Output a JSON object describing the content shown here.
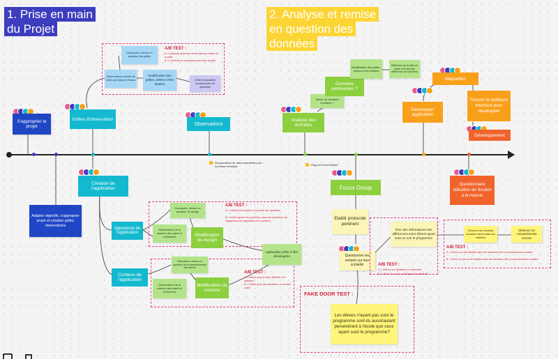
{
  "section1": {
    "title": "1. Prise en main du Projet",
    "lines": [
      "1. Prise en main",
      "du Projet"
    ]
  },
  "section2": {
    "title": "2. Analyse et remise en question des données",
    "lines": [
      "2. Analyse et remise",
      "en question des",
      "données"
    ]
  },
  "nodes": {
    "sapproprier": "S'approprier le projet",
    "grilles": "Grilles d'observation",
    "observations": "Observations",
    "creation": "Création de l'application",
    "apparence": "Apparence de l'application",
    "contenu": "Contenu de l'application",
    "analyse": "Analyse des données",
    "donnees_pertinentes": "Données pertinentes ?",
    "developper": "Développer application",
    "maquettes": "Maquettes",
    "trouver": "Trouver la meilleure interface pour développer",
    "developpement": "Développement",
    "focus": "Focus Group",
    "questionnaire": "Questionnaire utilisation de Scratch à la maison",
    "etablir": "Etablir protocole pertinent",
    "questionner": "Questionner les enfants sur leur scolarité",
    "modif_design": "Modification du design",
    "modif_contenu": "Modification du contenu"
  },
  "stickies": {
    "adapter": "Adapter objectifs, s'approprier projet et création grilles observations",
    "discussion1": "Discussion, remise en question des grilles",
    "obs_prise": "Observations et prise de notes par dans le réseau",
    "modif_grilles": "Modification des grilles, prêtes à être testées",
    "grille_eval": "Grille d'évaluation fonctionnelle est optimisée",
    "assez": "Assez de données récoltées ?",
    "modif_grilles2": "Modification des grilles, prêtes à être testées",
    "reflexion": "Réflexion sur la mise en place d'un test qui différencie nos données",
    "discussion_design": "Discussion, remise en question du design",
    "obs_reaction_design": "Observations de la réaction des sujets et recherches",
    "discussion_contenu": "Discussion, remise en question de la compréhension des élèves",
    "obs_reaction_contenu": "Observations de la réaction des sujets et recherches",
    "application_prete": "Application prête à être développée",
    "tirer": "Tirer des informations des différences entre élèves ayant suivi ou non le programme",
    "observer": "Observer les résultats scolaires dans toutes les matières",
    "observer_comport": "Observer les comportements sociaux",
    "fake_door_q": "Les élèves n'ayant pas suivi le programme sont-ils aussi/autant persévérant à l'école que ceux ayant suivi le programme?"
  },
  "tests": {
    "ab1_title": "A/B TEST :",
    "ab1_a": "A. La donnée observée rentre dans un critère de la grille",
    "ab1_b": "B. La donnée ne correspond pas avec la grille",
    "ab2_title": "A/B TEST :",
    "ab2_a": "A. L'enfant prend plaisir à répondre aux questions",
    "ab2_b": "B. L'enfant ignore les questions, pass des questions car l'apparence de l'application et le contenu",
    "ab3_title": "A/B TEST :",
    "ab3_a": "A. L'enfant répond sans difficulté à la question",
    "ab3_b": "B. L'enfant pose des questions, et semble confu",
    "ab4_title": "A/B TEST :",
    "ab4_a": "A. L'élève a eu robotique en maternelle",
    "ab4_b": "B. L'élève n'a pas eu robotique en maternelle",
    "ab5_title": "A/B TEST :",
    "ab5_a": "A. L'élève a eu des facilités dans les domaines liés à la persévérance scolaire",
    "ab5_b": "B. L'élève n'a pas eu de facilités dans les domaines liés à la persévérance scolaire",
    "fake_door": "FAKE DOOR TEST :"
  },
  "milestones": {
    "recuperation": "Récupération de data essentielle pour la phase d'analyse",
    "rapport": "Rapport intermédiaire"
  },
  "colors": {
    "section1": "#3d3dbf",
    "section2": "#fcd535",
    "cyan": "#14b9cf",
    "green": "#8ccf3f",
    "orange": "#f9a01b",
    "test_red": "#d61f35",
    "timeline": "#222222"
  }
}
